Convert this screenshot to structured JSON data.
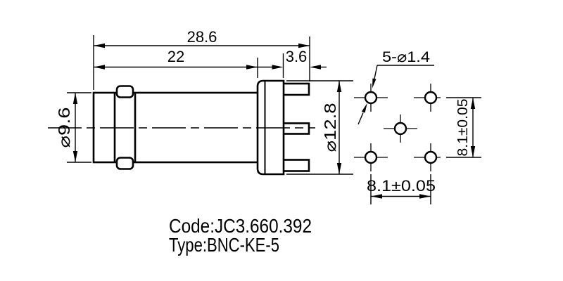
{
  "drawing": {
    "dims": {
      "total_length": "28.6",
      "body_length": "22",
      "pin_protrusion": "3.6",
      "body_diameter": "⌀9.6",
      "flange_diameter": "⌀12.8"
    },
    "hole_pattern": {
      "count_label": "5-⌀1.4",
      "pitch_vertical": "8.1±0.05",
      "pitch_horizontal": "8.1±0.05"
    },
    "caption": {
      "code_line": "Code:JC3.660.392",
      "type_line": "Type:BNC-KE-5"
    },
    "colors": {
      "line": "#000000",
      "background": "#ffffff"
    }
  }
}
